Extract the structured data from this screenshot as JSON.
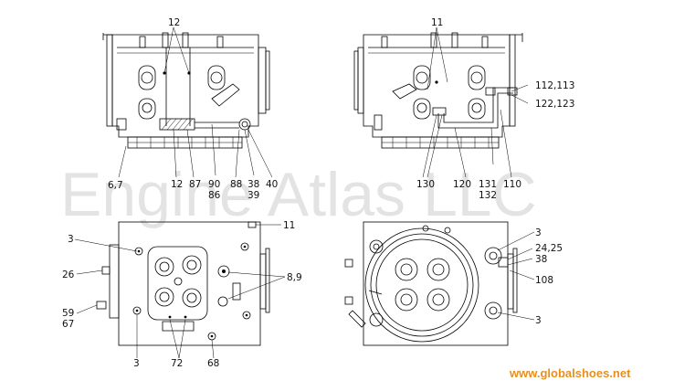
{
  "watermark": "Engine Atlas LLC",
  "website": "www.globalshoes.net",
  "views": {
    "front_left": {
      "labels": {
        "top": "12",
        "bottom": [
          "6,7",
          "12",
          "87",
          "90",
          "86",
          "88",
          "38",
          "39",
          "40"
        ]
      }
    },
    "front_right": {
      "labels": {
        "top": "11",
        "right_top": "112,113",
        "right_mid": "122,123",
        "bottom": [
          "130",
          "120",
          "131",
          "132",
          "110"
        ]
      }
    },
    "plan_left": {
      "labels": {
        "top_right": "11",
        "left_upper": "3",
        "left_26": "26",
        "left_59": "59",
        "left_67": "67",
        "right_89": "8,9",
        "bottom": [
          "3",
          "72",
          "68"
        ]
      }
    },
    "plan_right": {
      "labels": {
        "right_3_top": "3",
        "right_2425": "24,25",
        "right_38": "38",
        "right_108": "108",
        "right_3_bottom": "3"
      }
    }
  }
}
